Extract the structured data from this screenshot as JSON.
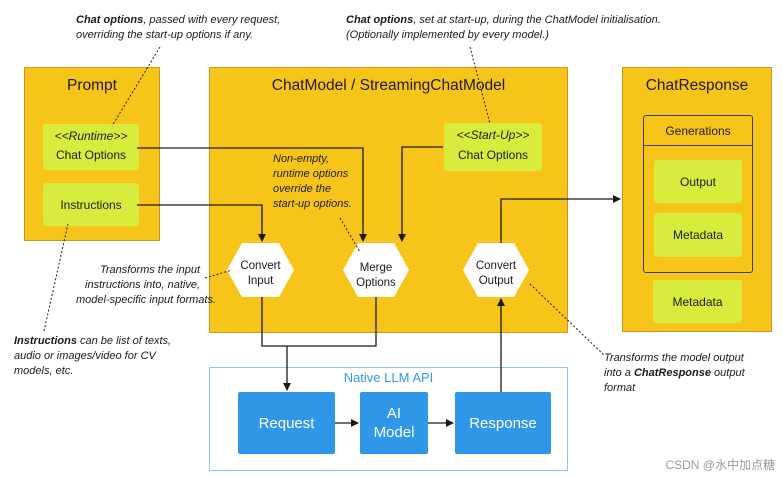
{
  "notes": {
    "runtime_opts_bold": "Chat options",
    "runtime_opts_rest1": ", passed with every  request,",
    "runtime_opts_line2": "overriding the start-up options if any.",
    "startup_opts_bold": "Chat options",
    "startup_opts_rest1": ", set at start-up, during  the ChatModel initialisation.",
    "startup_opts_line2": "(Optionally implemented by every model.)",
    "override_l1": "Non-empty,",
    "override_l2": "runtime options",
    "override_l3": "override the",
    "override_l4": "start-up options.",
    "transform_in_l1": "Transforms the input",
    "transform_in_l2": "instructions into, native,",
    "transform_in_l3": "model-specific input formats.",
    "instr_bold": "Instructions",
    "instr_rest1": " can be list of texts,",
    "instr_l2": "audio or images/video for CV",
    "instr_l3": "models, etc.",
    "transform_out_l1": "Transforms the model output",
    "transform_out_pre": "into  a ",
    "transform_out_bold": "ChatResponse",
    "transform_out_post": " output",
    "transform_out_l3": "format"
  },
  "prompt": {
    "title": "Prompt",
    "runtime": "<<Runtime>>",
    "chat_options": "Chat Options",
    "instructions": "Instructions"
  },
  "chatmodel": {
    "title": "ChatModel / StreamingChatModel",
    "startup": "<<Start-Up>>",
    "chat_options": "Chat Options",
    "convert_input_l1": "Convert",
    "convert_input_l2": "Input",
    "merge_l1": "Merge",
    "merge_l2": "Options",
    "convert_output_l1": "Convert",
    "convert_output_l2": "Output"
  },
  "native": {
    "title": "Native LLM API",
    "request": "Request",
    "model_l1": "AI",
    "model_l2": "Model",
    "response": "Response"
  },
  "chatresponse": {
    "title": "ChatResponse",
    "generations": "Generations",
    "output": "Output",
    "metadata_inner": "Metadata",
    "metadata_outer": "Metadata"
  },
  "watermark": "CSDN @水中加点糖"
}
